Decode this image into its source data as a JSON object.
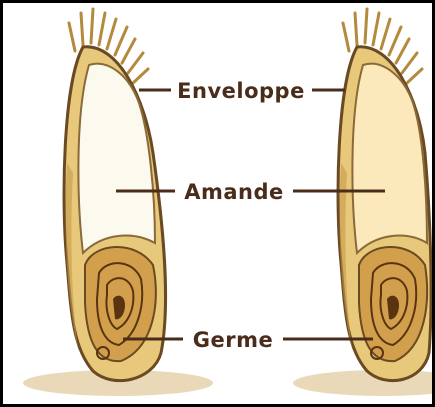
{
  "diagram": {
    "labels": {
      "envelope": "Enveloppe",
      "almond": "Amande",
      "germ": "Germe"
    }
  },
  "colors": {
    "label_text": "#4a2c1a",
    "leader_line": "#4a2c1a",
    "outline": "#6a4a22",
    "husk": "#e8c87a",
    "husk_shadow": "#c79a4a",
    "kernel_left": "#fcfaee",
    "kernel_right": "#fbe9bb",
    "germ": "#d2a04c",
    "germ_dark": "#5a3410",
    "ground_shadow": "#ead9b8"
  },
  "icons": [
    "left-grain-icon",
    "right-grain-icon"
  ]
}
